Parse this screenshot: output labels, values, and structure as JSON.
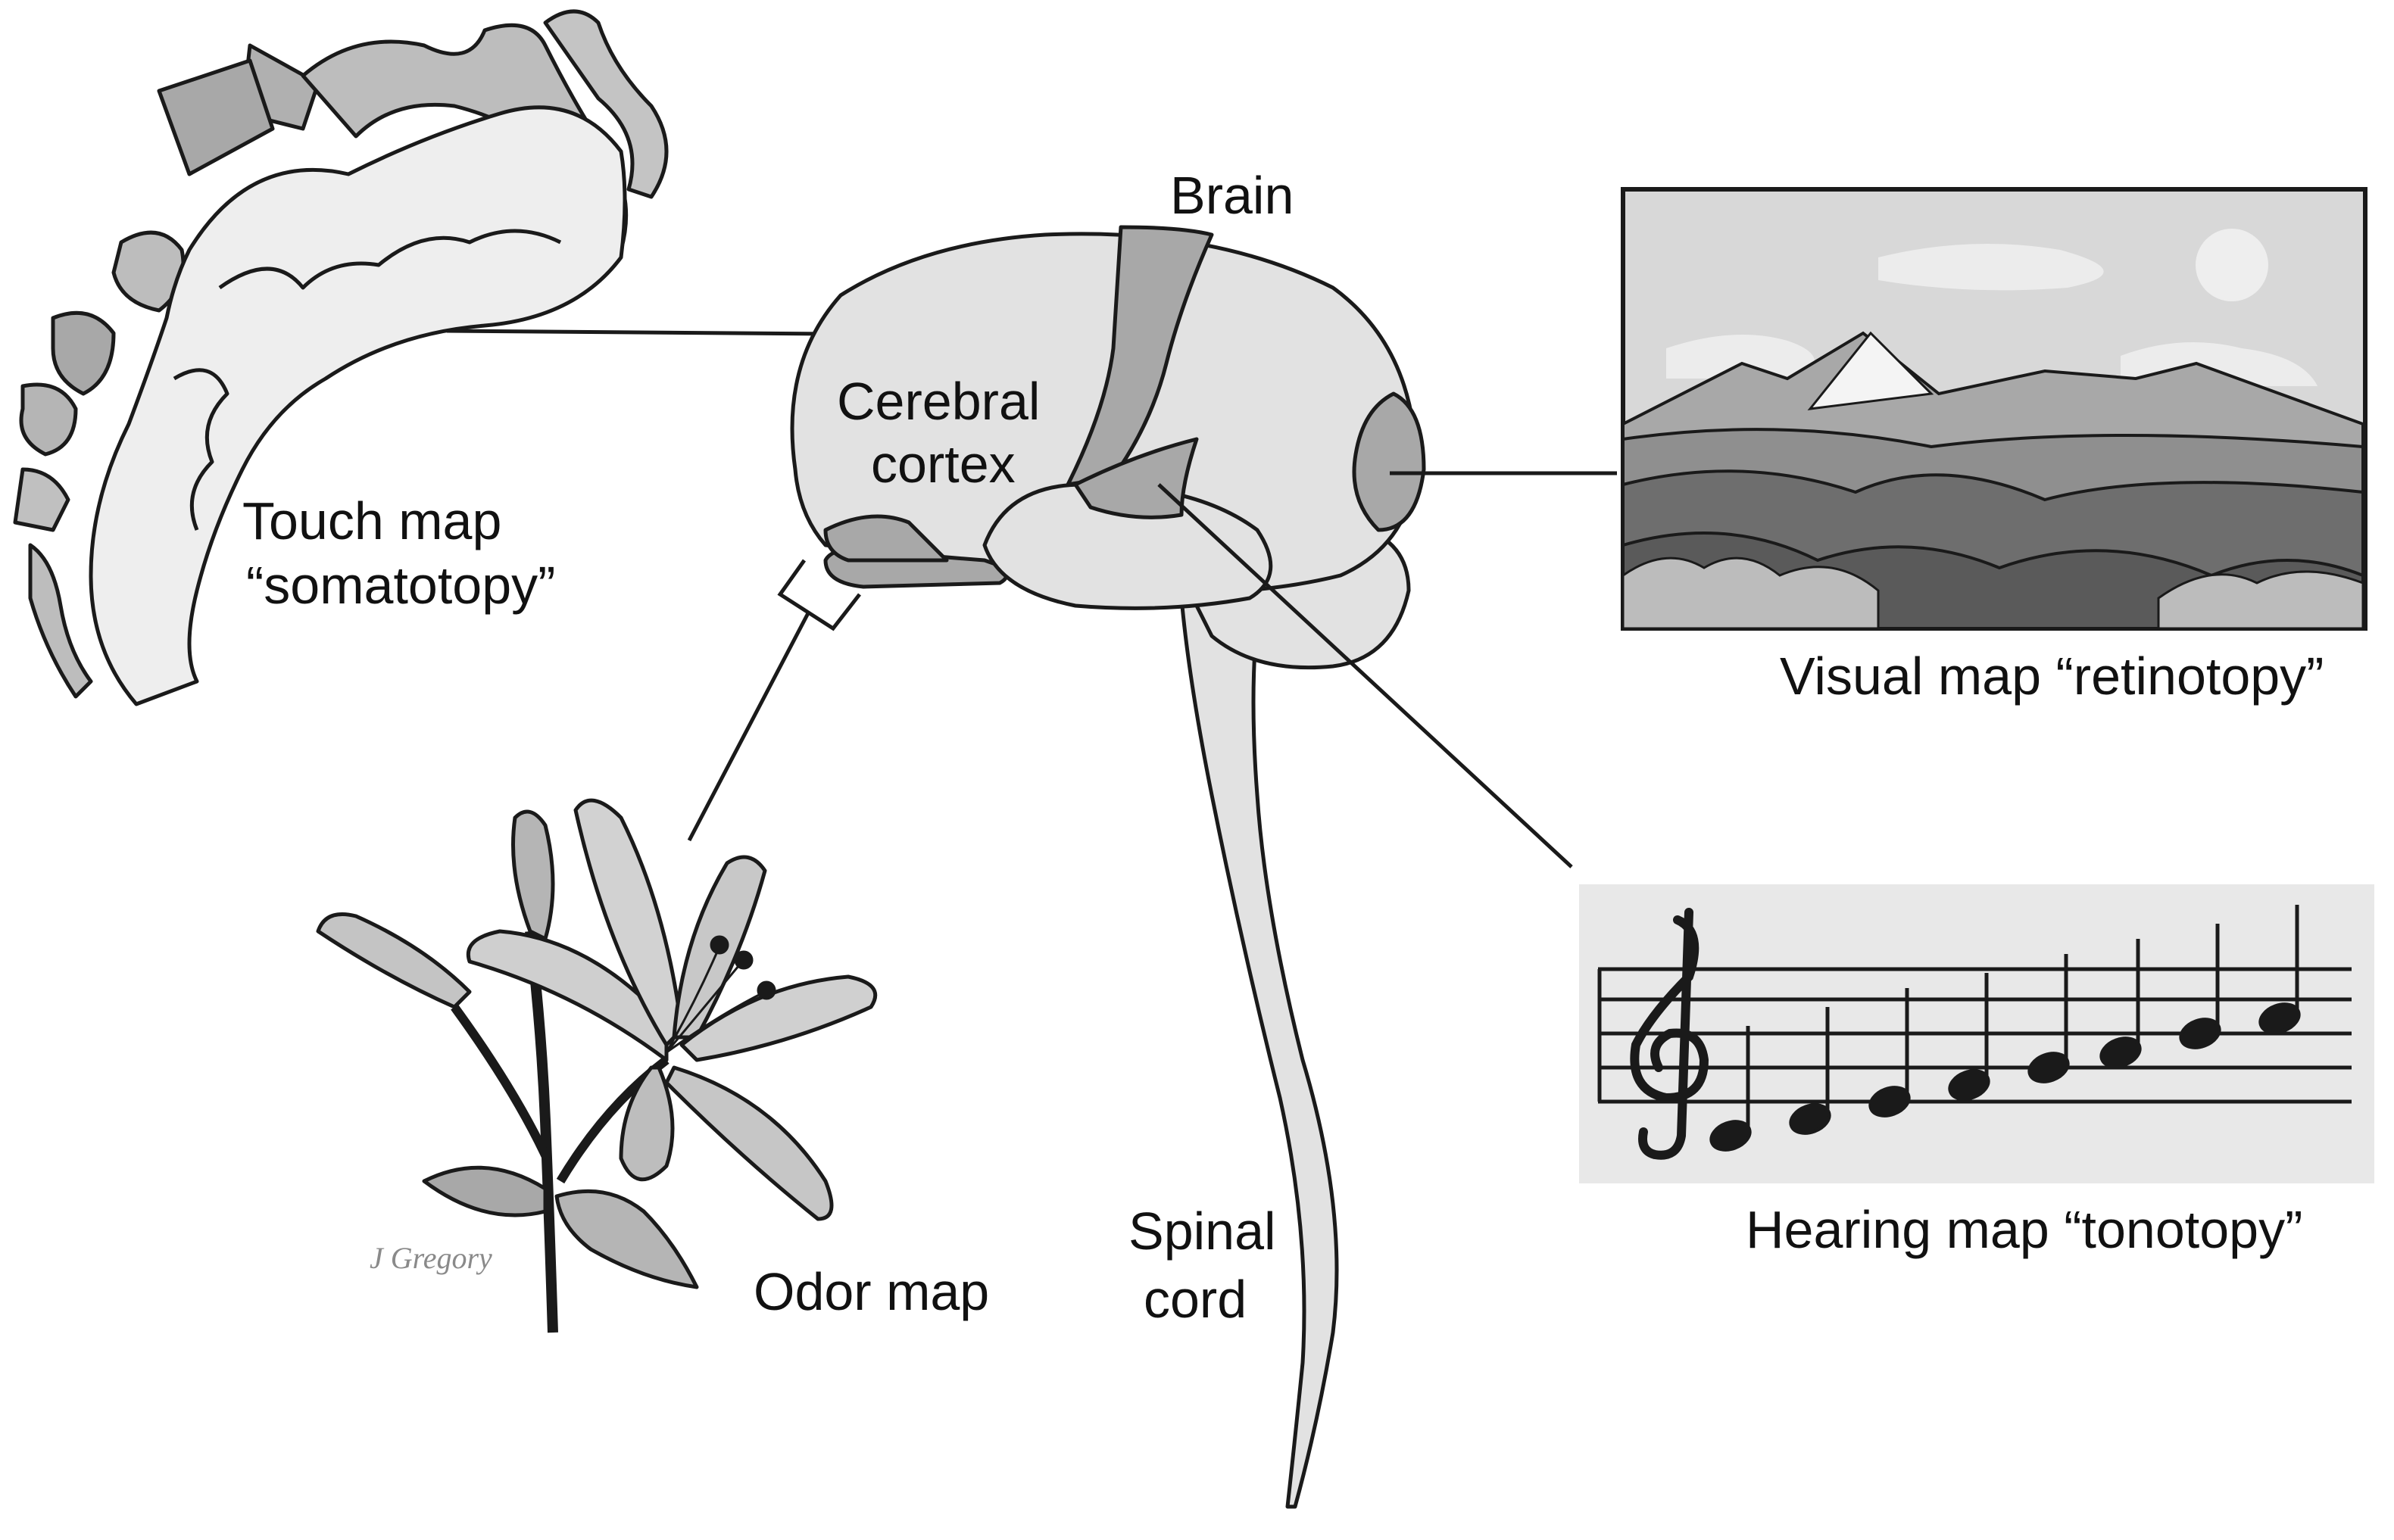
{
  "labels": {
    "brain": "Brain",
    "cortex_line1": "Cerebral",
    "cortex_line2": "cortex",
    "touch_line1": "Touch map",
    "touch_line2": "“somatotopy”",
    "visual": "Visual map “retinotopy”",
    "hearing": "Hearing map “tonotopy”",
    "odor": "Odor map",
    "spinal_line1": "Spinal",
    "spinal_line2": "cord",
    "signature": "J Gregory"
  },
  "colors": {
    "outline": "#1a1a1a",
    "light_fill": "#e2e2e2",
    "mid_fill": "#a8a8a8",
    "dark_fill": "#6e6e6e",
    "panel_bg": "#e8e8e8"
  },
  "icons": {
    "touch": "homunculus-cortex-icon",
    "visual": "mountain-landscape-icon",
    "hearing": "music-staff-icon",
    "odor": "lily-flower-icon",
    "brain": "brain-icon"
  }
}
